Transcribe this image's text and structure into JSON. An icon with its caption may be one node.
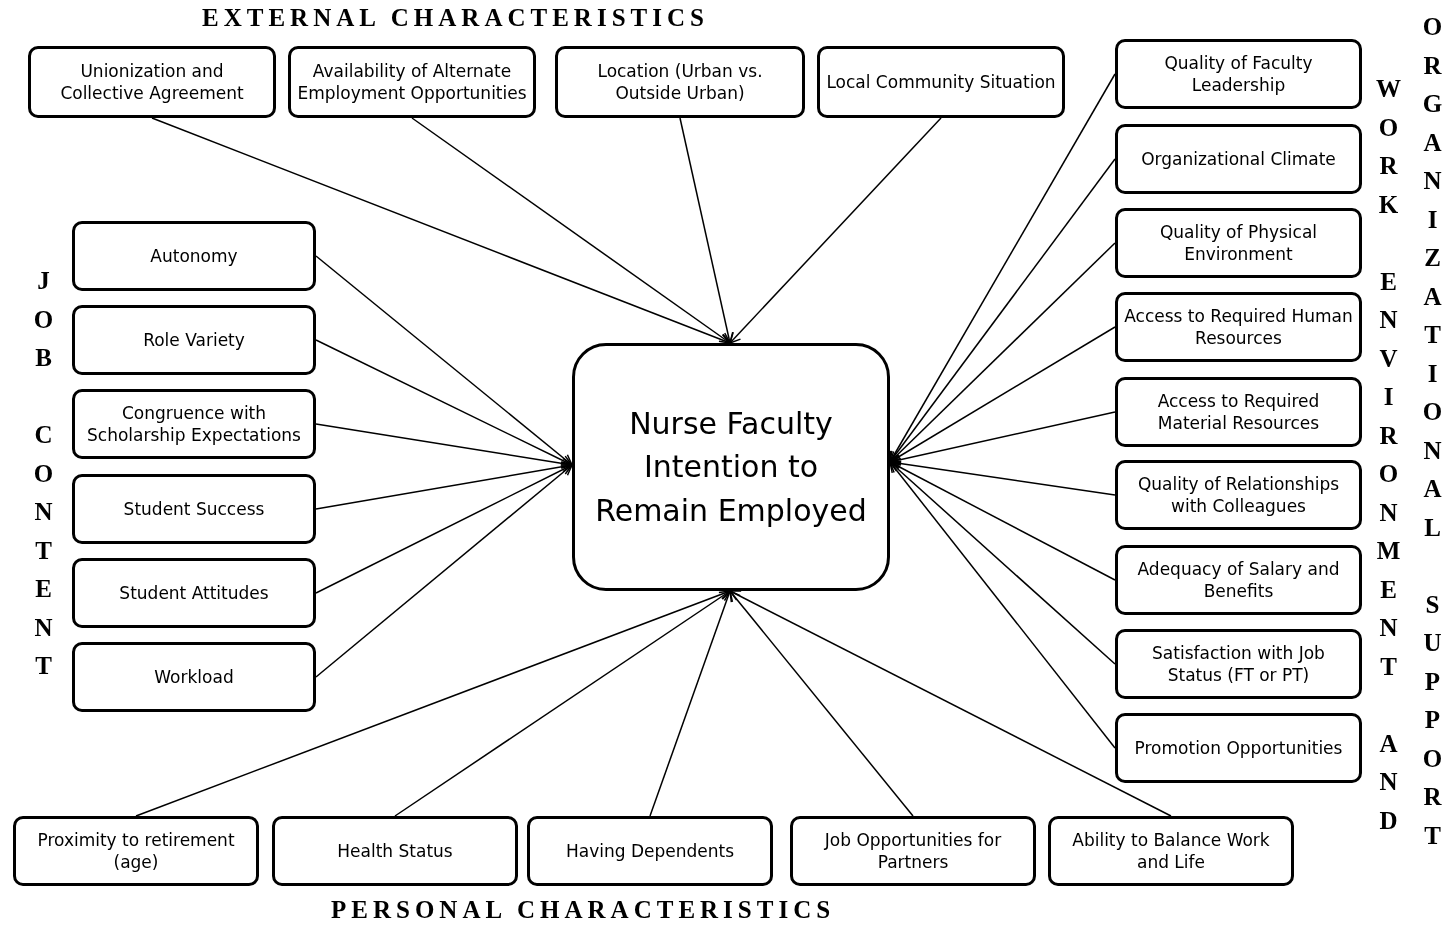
{
  "diagram": {
    "nodes": [
      {
        "text": [
          "Unionization and Collective Agreement"
        ]
      },
      {
        "text": [
          "Availability of Alternate Employment Opportunities"
        ]
      },
      {
        "text": [
          "Location (Urban vs. Outside Urban)"
        ]
      },
      {
        "text": [
          "Local Community Situation"
        ]
      },
      {
        "text": [
          "Quality of Faculty Leadership"
        ]
      },
      {
        "text": [
          "Organizational Climate"
        ]
      },
      {
        "text": [
          "Quality of Physical Environment"
        ]
      },
      {
        "text": [
          "Access to Required Human Resources"
        ]
      },
      {
        "text": [
          "Access to Required Material Resources"
        ]
      },
      {
        "text": [
          "Quality of Relationships with Colleagues"
        ]
      },
      {
        "text": [
          "Adequacy of Salary and Benefits"
        ]
      },
      {
        "text": [
          "Satisfaction with Job Status (FT or PT)"
        ]
      },
      {
        "text": [
          "Promotion Opportunities"
        ]
      },
      {
        "text": [
          "Autonomy"
        ]
      },
      {
        "text": [
          "Role Variety"
        ]
      },
      {
        "text": [
          "Congruence with Scholarship Expectations"
        ]
      },
      {
        "text": [
          "Student Success"
        ]
      },
      {
        "text": [
          "Student Attitudes"
        ]
      },
      {
        "text": [
          "Workload"
        ]
      },
      {
        "text": [
          "Nurse Faculty Intention to Remain Employed"
        ]
      },
      {
        "text": [
          "Proximity to retirement (age)"
        ]
      },
      {
        "text": [
          "Health Status"
        ]
      },
      {
        "text": [
          "Having Dependents"
        ]
      },
      {
        "text": [
          "Job Opportunities for Partners"
        ]
      },
      {
        "text": [
          "Ability to Balance Work and Life"
        ]
      }
    ],
    "edges": [
      {
        "from": 0,
        "to": 19,
        "arrow": "to"
      },
      {
        "from": 1,
        "to": 19,
        "arrow": "to"
      },
      {
        "from": 2,
        "to": 19,
        "arrow": "to"
      },
      {
        "from": 3,
        "to": 19,
        "arrow": "to"
      },
      {
        "from": 4,
        "to": 19,
        "arrow": "to"
      },
      {
        "from": 5,
        "to": 19,
        "arrow": "to"
      },
      {
        "from": 6,
        "to": 19,
        "arrow": "to"
      },
      {
        "from": 7,
        "to": 19,
        "arrow": "to"
      },
      {
        "from": 8,
        "to": 19,
        "arrow": "to"
      },
      {
        "from": 9,
        "to": 19,
        "arrow": "to"
      },
      {
        "from": 10,
        "to": 19,
        "arrow": "to"
      },
      {
        "from": 11,
        "to": 19,
        "arrow": "to"
      },
      {
        "from": 12,
        "to": 19,
        "arrow": "to"
      },
      {
        "from": 13,
        "to": 19,
        "arrow": "to"
      },
      {
        "from": 14,
        "to": 19,
        "arrow": "to"
      },
      {
        "from": 15,
        "to": 19,
        "arrow": "to"
      },
      {
        "from": 16,
        "to": 19,
        "arrow": "to"
      },
      {
        "from": 17,
        "to": 19,
        "arrow": "to"
      },
      {
        "from": 18,
        "to": 19,
        "arrow": "to"
      },
      {
        "from": 20,
        "to": 19,
        "arrow": "to"
      },
      {
        "from": 21,
        "to": 19,
        "arrow": "to"
      },
      {
        "from": 22,
        "to": 19,
        "arrow": "to"
      },
      {
        "from": 23,
        "to": 19,
        "arrow": "to"
      },
      {
        "from": 24,
        "to": 19,
        "arrow": "to"
      }
    ],
    "labels": [
      "EXTERNAL CHARACTERISTICS",
      "JOB CONTENT",
      "WORK ENVIRONMENT AND",
      "ORGANIZATIONAL SUPPORT",
      "PERSONAL CHARACTERISTICS"
    ]
  }
}
